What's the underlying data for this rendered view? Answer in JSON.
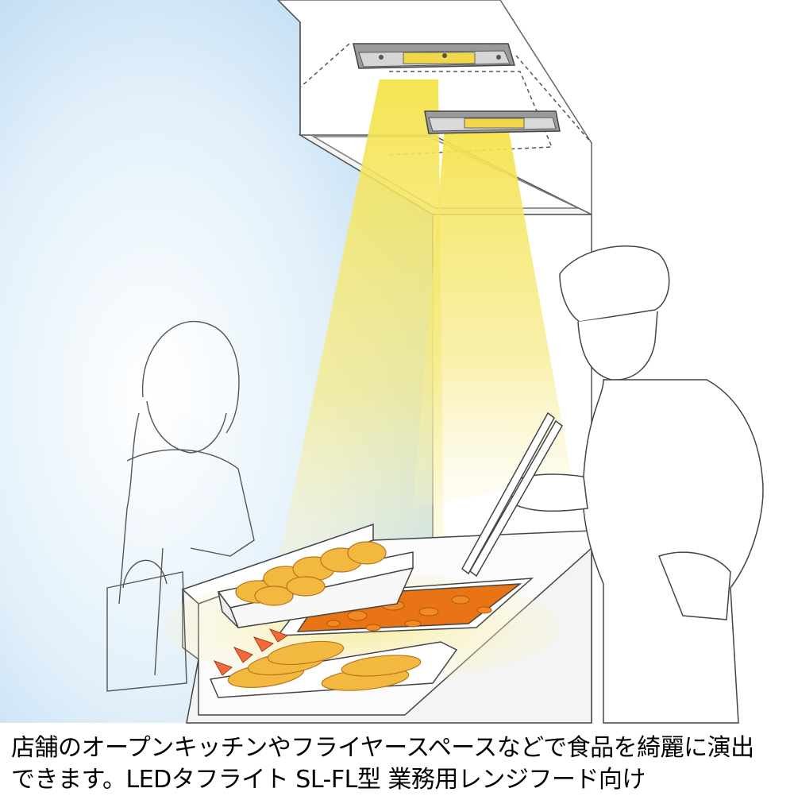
{
  "caption": {
    "line1": "店舗のオープンキッチンやフライヤースペースなどで食品を綺麗に演出",
    "line2": "できます。LEDタフライト SL-FL型 業務用レンジフード向け"
  },
  "colors": {
    "sky_light": "#ffffff",
    "sky_blue": "#bcdcf3",
    "light_beam": "#f2e35a",
    "fried_food": "#f2b840",
    "fried_food_dark": "#d8891c",
    "oil": "#e06a10",
    "line": "#444444"
  },
  "icons": [
    "led-light-fixture-icon",
    "chef-figure",
    "customer-figure",
    "fryer-icon",
    "tempura-shrimp-icon"
  ]
}
